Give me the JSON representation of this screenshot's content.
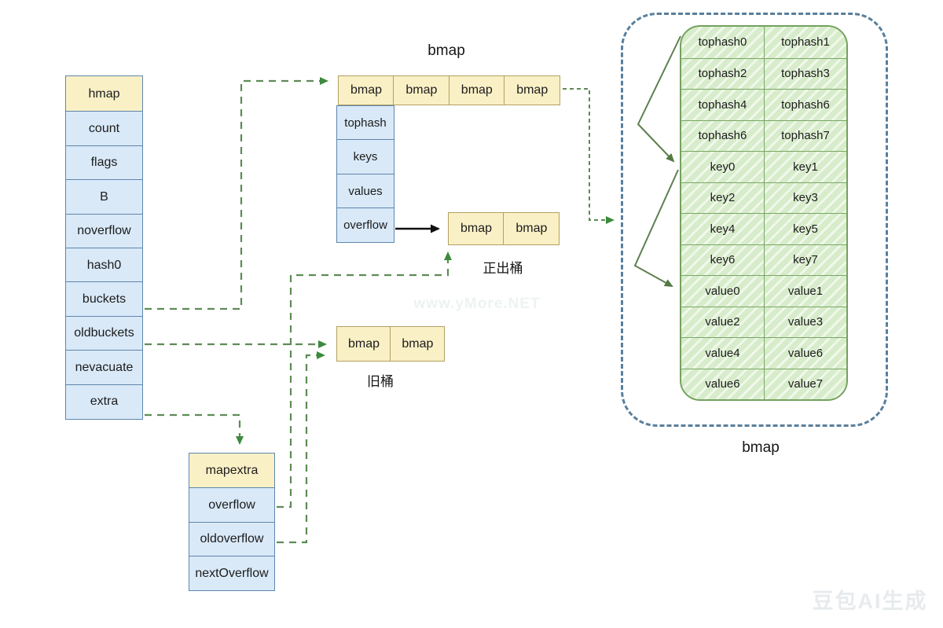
{
  "hmap_struct": {
    "header": "hmap",
    "fields": [
      "count",
      "flags",
      "B",
      "noverflow",
      "hash0",
      "buckets",
      "oldbuckets",
      "nevacuate",
      "extra"
    ]
  },
  "bucket_array": {
    "title": "bmap",
    "cells": [
      "bmap",
      "bmap",
      "bmap",
      "bmap"
    ],
    "expanded_fields": [
      "tophash",
      "keys",
      "values",
      "overflow"
    ]
  },
  "overflow_bucket": {
    "cells": [
      "bmap",
      "bmap"
    ],
    "label": "正出桶"
  },
  "old_bucket": {
    "cells": [
      "bmap",
      "bmap"
    ],
    "label": "旧桶"
  },
  "mapextra_struct": {
    "header": "mapextra",
    "fields": [
      "overflow",
      "oldoverflow",
      "nextOverflow"
    ]
  },
  "bmap_detail": {
    "label": "bmap",
    "rows": [
      [
        "tophash0",
        "tophash1"
      ],
      [
        "tophash2",
        "tophash3"
      ],
      [
        "tophash4",
        "tophash6"
      ],
      [
        "tophash6",
        "tophash7"
      ],
      [
        "key0",
        "key1"
      ],
      [
        "key2",
        "key3"
      ],
      [
        "key4",
        "key5"
      ],
      [
        "key6",
        "key7"
      ],
      [
        "value0",
        "value1"
      ],
      [
        "value2",
        "value3"
      ],
      [
        "value4",
        "value6"
      ],
      [
        "value6",
        "value7"
      ]
    ]
  },
  "watermarks": {
    "center": "www.yMore.NET",
    "corner": "豆包AI生成"
  },
  "colors": {
    "yellow_fill": "#faf0c6",
    "yellow_border": "#b3a061",
    "blue_fill": "#d9e9f8",
    "blue_border": "#5f86ad",
    "green_fill": "#d7ecca",
    "green_border": "#74a15f",
    "connector_green": "#5d8b55",
    "container_dash": "#587f9d"
  }
}
